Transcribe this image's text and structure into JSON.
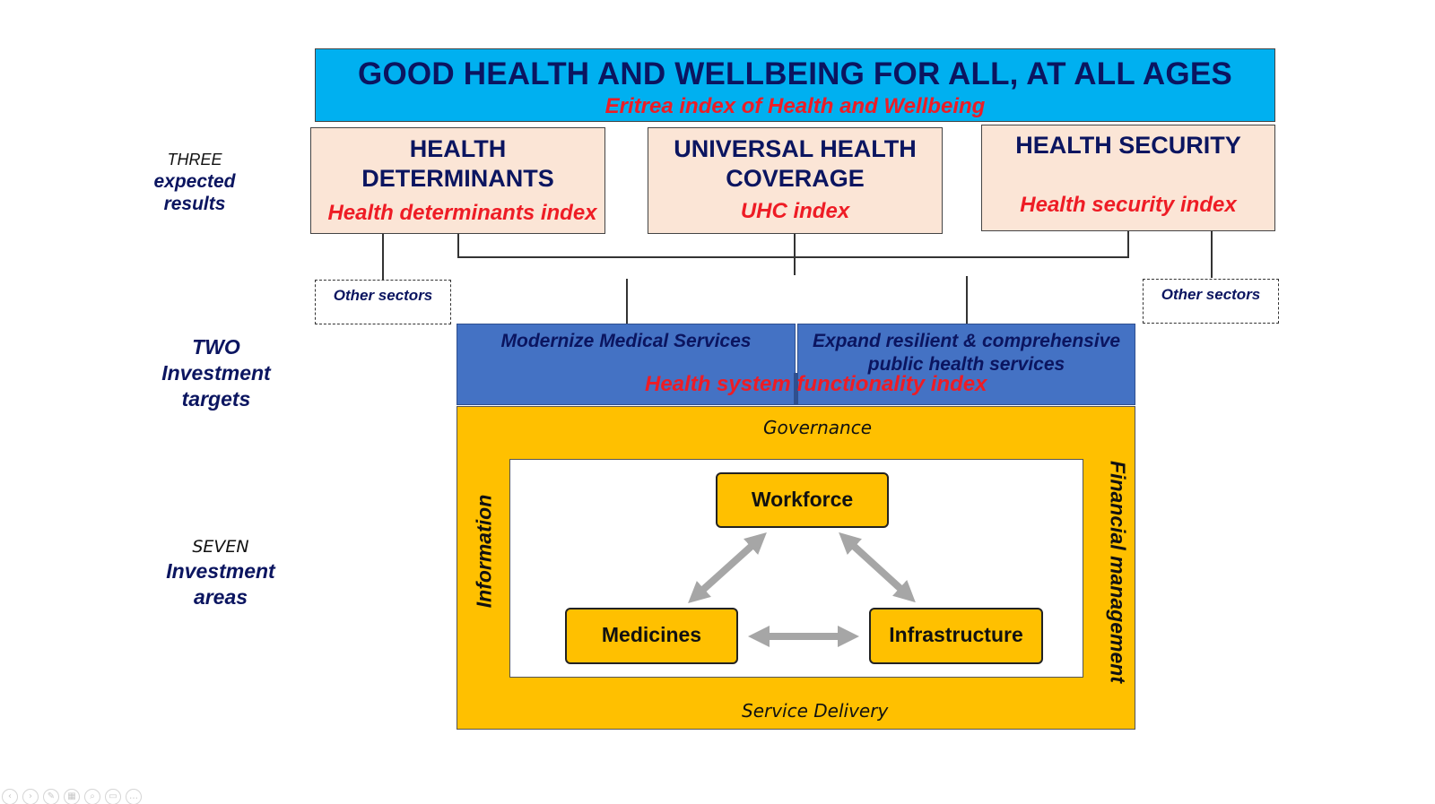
{
  "banner": {
    "title": "GOOD HEALTH AND WELLBEING FOR ALL, AT ALL AGES",
    "subtitle": "Eritrea index of Health and Wellbeing"
  },
  "row_labels": {
    "results": {
      "small": "THREE",
      "big_1": "expected",
      "big_2": "results"
    },
    "targets": {
      "big_1": "TWO",
      "big_2": "Investment",
      "big_3": "targets"
    },
    "areas": {
      "small": "SEVEN",
      "big_1": "Investment",
      "big_2": "areas"
    }
  },
  "results": [
    {
      "title_1": "HEALTH",
      "title_2": "DETERMINANTS",
      "index": "Health determinants index"
    },
    {
      "title_1": "UNIVERSAL HEALTH",
      "title_2": "COVERAGE",
      "index": "UHC index"
    },
    {
      "title_1": "HEALTH SECURITY",
      "title_2": "",
      "index": "Health security index"
    }
  ],
  "other_sectors": [
    "Other sectors",
    "Other sectors"
  ],
  "targets": {
    "left": "Modernize Medical Services",
    "right_1": "Expand resilient & comprehensive",
    "right_2": "public health services",
    "index": "Health system functionality index"
  },
  "areas": {
    "top": "Governance",
    "bottom": "Service Delivery",
    "left": "Information",
    "right": "Financial management",
    "workforce": "Workforce",
    "medicines": "Medicines",
    "infrastructure": "Infrastructure"
  },
  "colors": {
    "banner": "#00b0f0",
    "result_box": "#fbe5d6",
    "target_box": "#4472c4",
    "area_frame": "#ffc000",
    "title_text": "#0b1560",
    "index_text": "#ee1c25",
    "arrow": "#a6a6a6"
  },
  "controls": {
    "icons": [
      "prev-icon",
      "next-icon",
      "pen-icon",
      "slides-icon",
      "zoom-icon",
      "screen-icon",
      "more-icon"
    ],
    "glyphs": [
      "‹",
      "›",
      "✎",
      "▦",
      "⌕",
      "▭",
      "…"
    ]
  }
}
